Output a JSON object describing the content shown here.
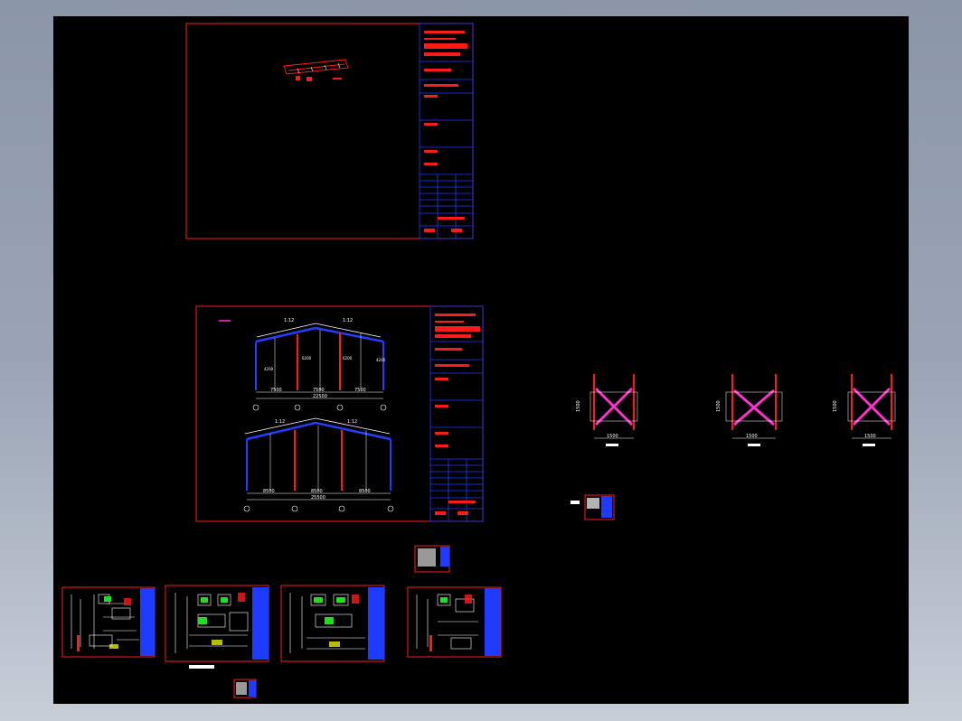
{
  "colors": {
    "background": "#000000",
    "frame": "#ff1a1a",
    "title_block": "#1e3cff",
    "dimension": "#ffffff",
    "member_red": "#ff1a1a",
    "member_blue": "#2040ff",
    "bracing": "#ff33cc",
    "steel_green": "#22dd22",
    "hatch_yellow": "#e8e800"
  },
  "elevation": {
    "top_dims": [
      "1:12",
      "1:12"
    ],
    "top_dims_lower": [
      "1:12",
      "1:12"
    ],
    "spans_upper": [
      "7500",
      "7500",
      "7500"
    ],
    "total_upper": "22500",
    "spans_lower": [
      "8500",
      "8500",
      "8500"
    ],
    "total_lower": "25500",
    "col_heights": [
      "4200",
      "6200",
      "6200",
      "4200"
    ],
    "axis_labels": [
      "①",
      "②",
      "③",
      "④"
    ]
  },
  "bracing_details": [
    {
      "width": "1500",
      "height": "1500"
    },
    {
      "width": "1500",
      "height": "1500"
    },
    {
      "width": "1500",
      "height": "1500"
    }
  ]
}
